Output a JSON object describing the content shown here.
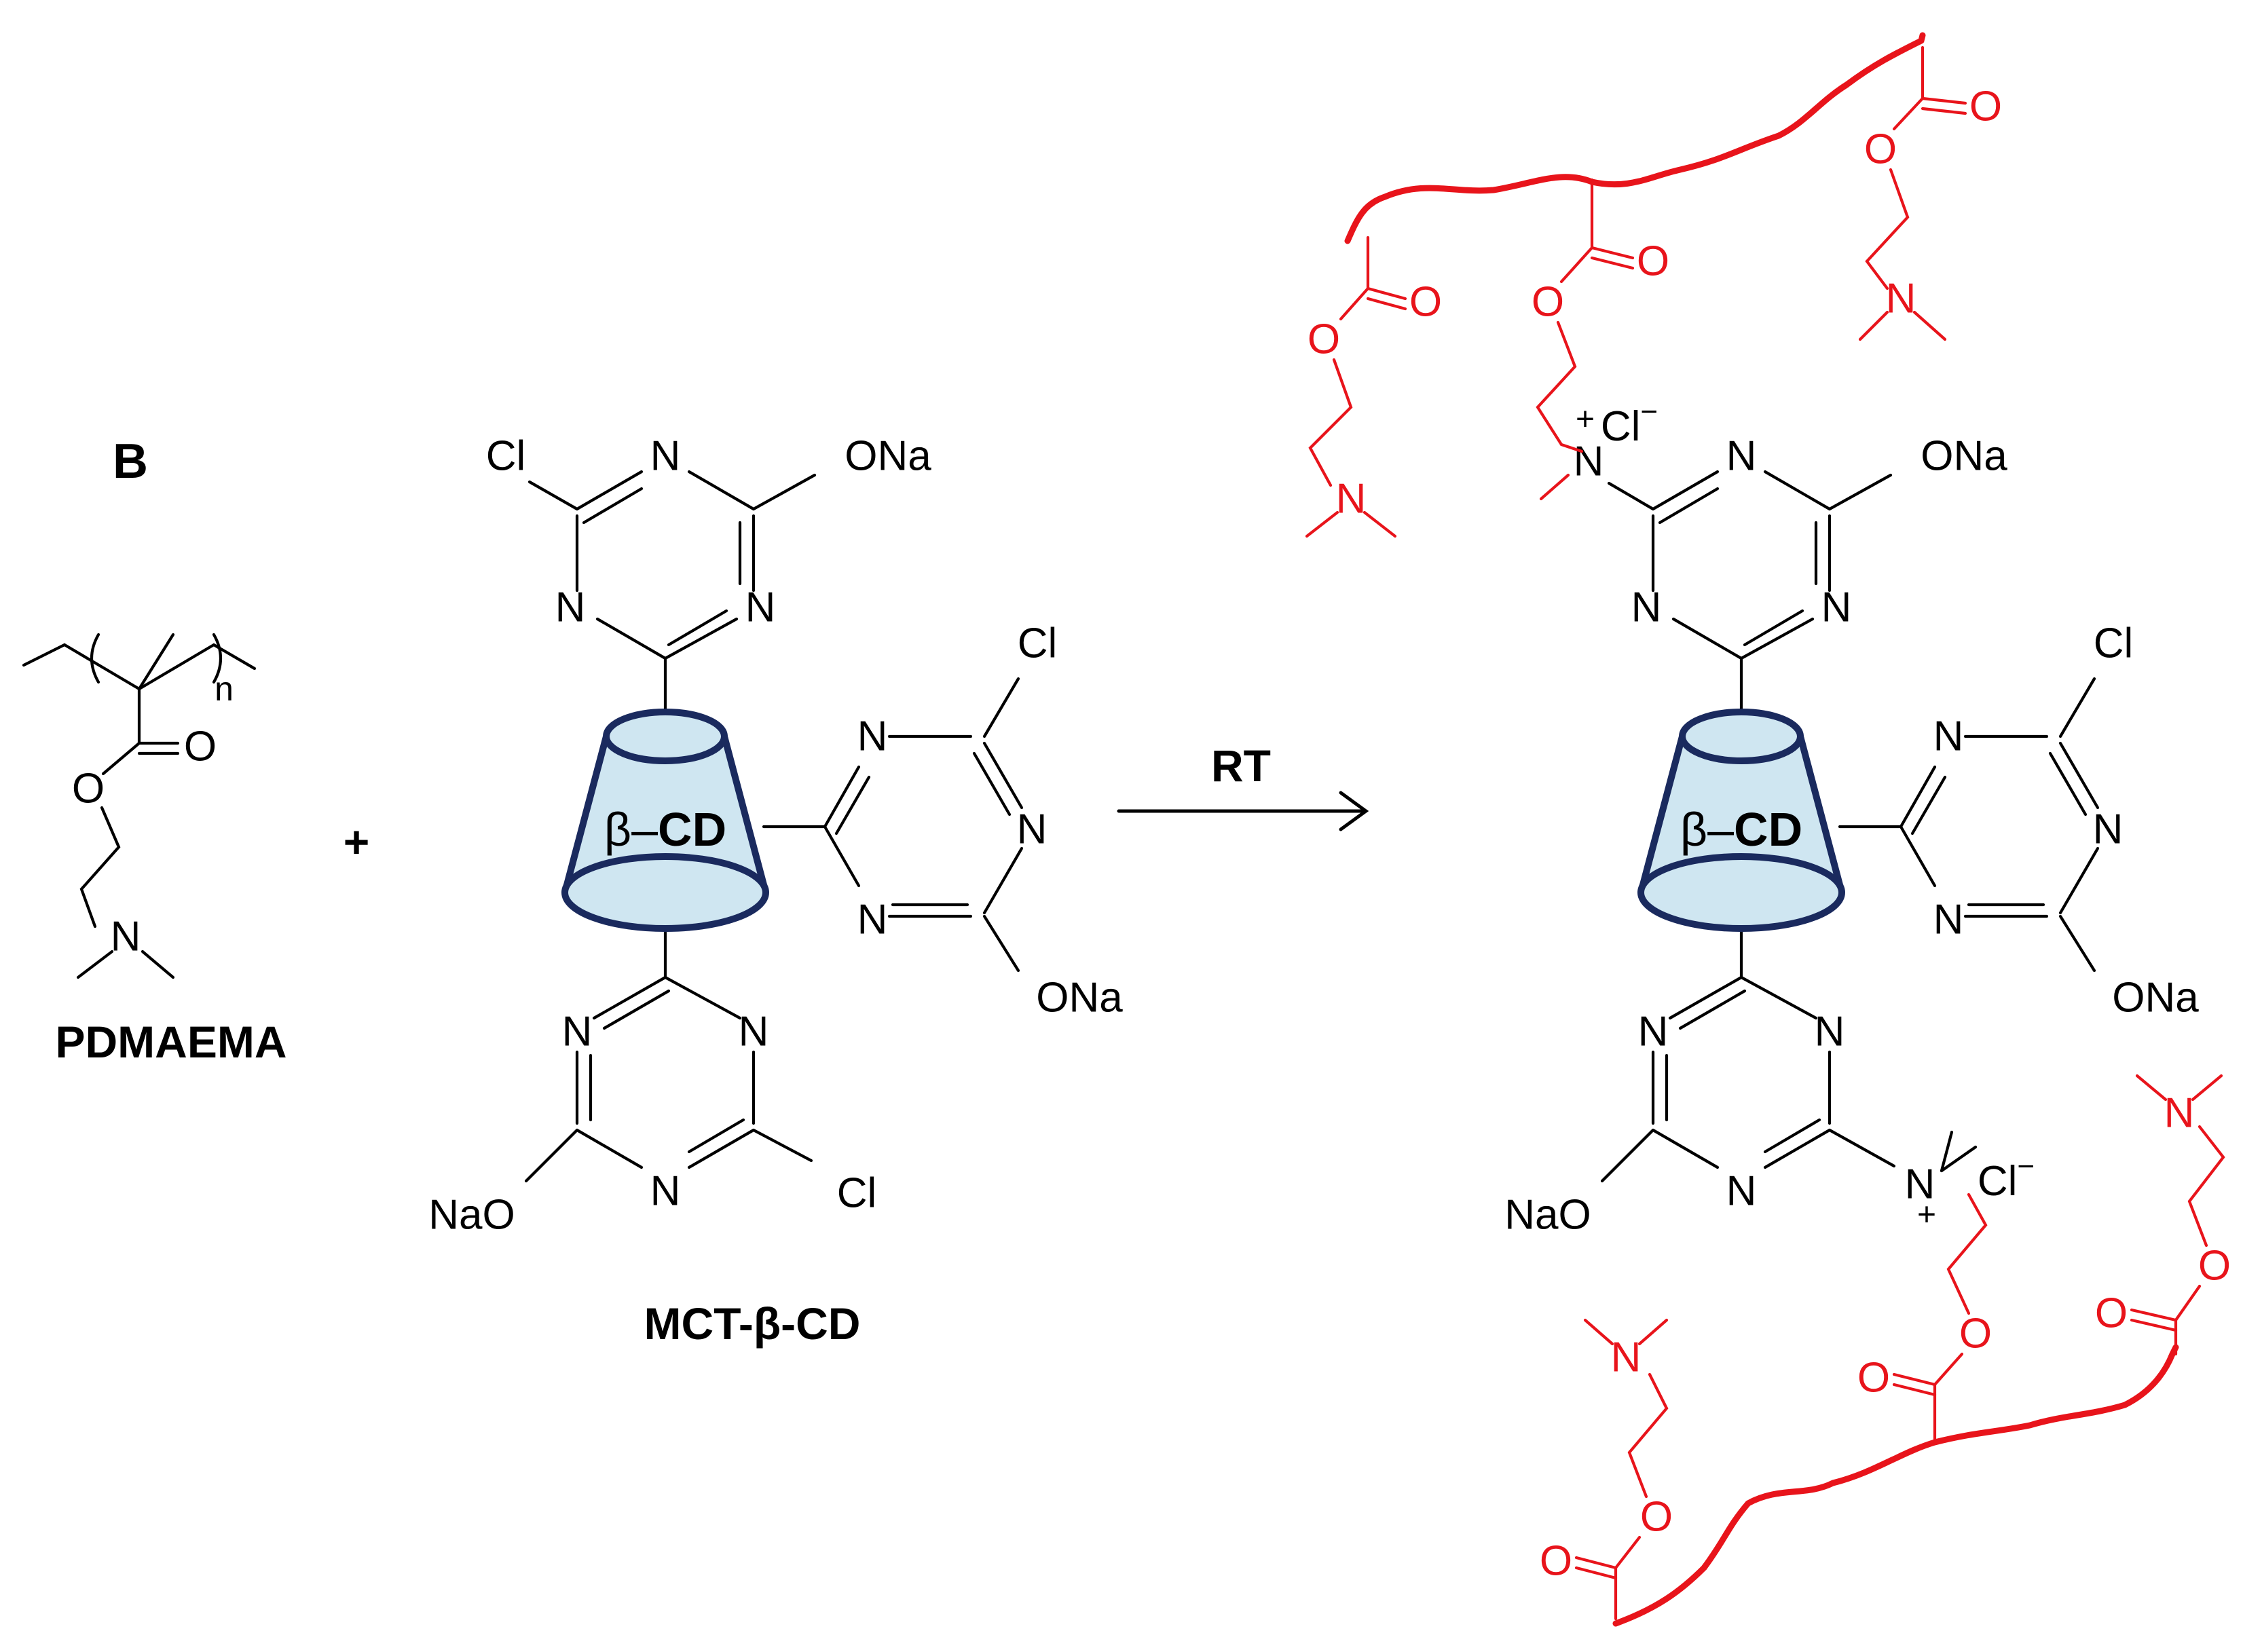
{
  "panel_label": "B",
  "reagent": {
    "name": "PDMAEMA",
    "repeat_subscript": "n"
  },
  "plus_sign": "+",
  "linker": {
    "name": "MCT-β-CD",
    "core_label_prefix": "β–",
    "core_label_bold": "CD"
  },
  "arrow": {
    "condition": "RT"
  },
  "atoms": {
    "nitrogen": "N",
    "oxygen": "O",
    "chlorine": "Cl",
    "sodium_oxide": "ONa",
    "sodium_oxide_left": "NaO",
    "chloride_ion": "Cl",
    "minus": "−",
    "plus": "+"
  },
  "colors": {
    "polymer": "#e8141b",
    "cd_fill": "#cfe6f1",
    "cd_stroke": "#1a2a5e",
    "structure": "#000000"
  }
}
